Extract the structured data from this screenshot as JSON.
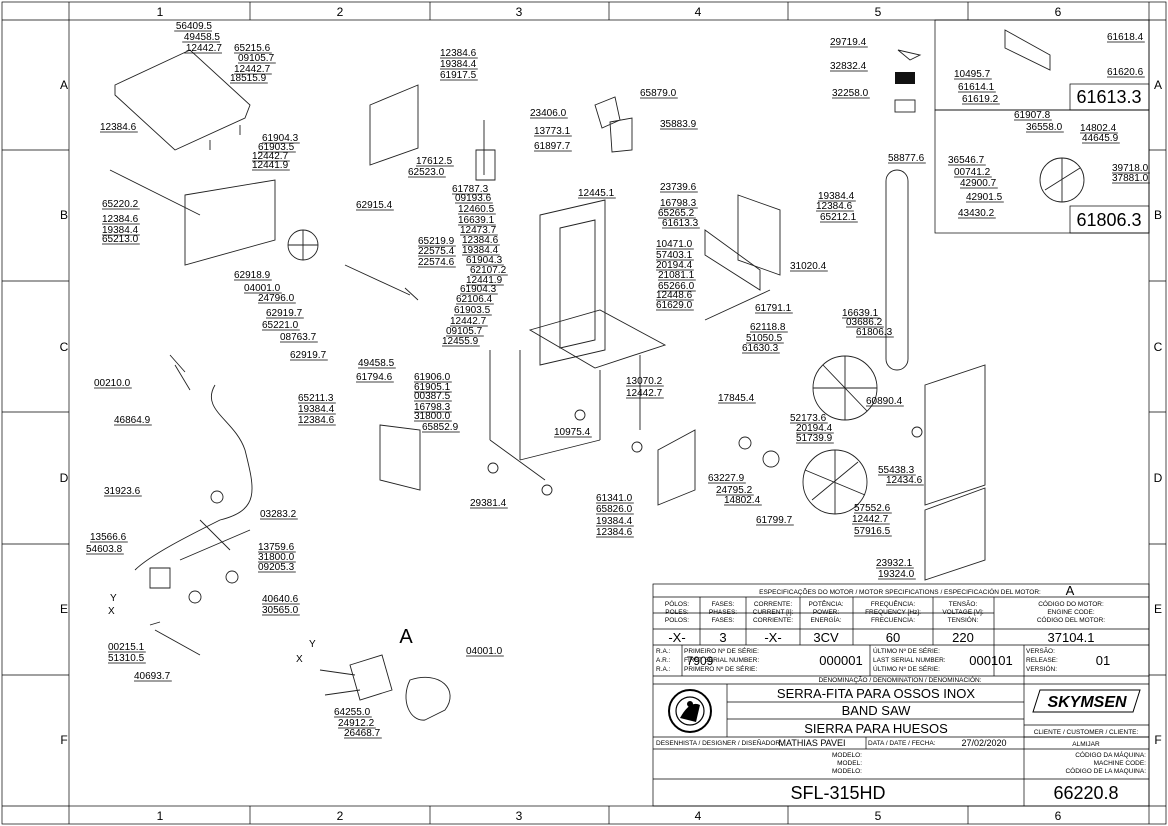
{
  "frame": {
    "columns": [
      "1",
      "2",
      "3",
      "4",
      "5",
      "6"
    ],
    "rows": [
      "A",
      "B",
      "C",
      "D",
      "E",
      "F"
    ]
  },
  "callouts": {
    "top_left": [
      "56409.5",
      "49458.5",
      "12442.7",
      "65215.6",
      "09105.7",
      "12442.7",
      "18515.9",
      "12384.6",
      "61904.3",
      "61903.5",
      "12442.7",
      "12441.9"
    ],
    "left_panel": [
      "65220.2",
      "12384.6",
      "19384.4",
      "65213.0",
      "62915.4",
      "62918.9",
      "04001.0",
      "24796.0",
      "62919.7",
      "65221.0",
      "08763.7",
      "62919.7"
    ],
    "shaft": [
      "65219.9",
      "22575.4",
      "22574.6"
    ],
    "upper_center": [
      "12384.6",
      "19384.4",
      "61917.5",
      "23406.0",
      "13773.1",
      "61897.7",
      "17612.5",
      "62523.0",
      "65879.0",
      "35883.9"
    ],
    "center_column": [
      "61787.3",
      "09193.6",
      "12460.5",
      "16639.1",
      "12473.7",
      "12384.6",
      "19384.4",
      "61904.3",
      "62107.2",
      "12441.9",
      "61904.3",
      "62106.4",
      "61903.5",
      "12442.7",
      "09105.7",
      "12455.9",
      "49458.5",
      "61794.6",
      "61906.0",
      "61905.1",
      "00387.5",
      "16798.3",
      "31800.0",
      "65852.9",
      "10975.4",
      "29381.4"
    ],
    "blade_guide": [
      "12445.1",
      "23739.6",
      "16798.3",
      "65265.2",
      "61613.3",
      "10471.0",
      "57403.1",
      "20194.4",
      "21081.1",
      "65266.0",
      "12448.6",
      "61629.0",
      "31020.4",
      "61791.1"
    ],
    "right_upper": [
      "19384.4",
      "12384.6",
      "65212.1",
      "62118.8",
      "51050.5",
      "61630.3",
      "13070.2",
      "12442.7"
    ],
    "blade": [
      "58877.6"
    ],
    "detail_top": [
      "29719.4",
      "32832.4",
      "32258.0"
    ],
    "detail_61613": [
      "10495.7",
      "61614.1",
      "61619.2",
      "61618.4",
      "61620.6"
    ],
    "detail_61806": [
      "61907.8",
      "36558.0",
      "14802.4",
      "44645.9",
      "36546.7",
      "00741.2",
      "42900.7",
      "42901.5",
      "43430.2",
      "39718.0",
      "37881.0"
    ],
    "lower_wheel": [
      "16639.1",
      "03686.2",
      "61806.3",
      "60890.4",
      "17845.4",
      "52173.6",
      "20194.4",
      "51739.9",
      "55438.3",
      "12434.6",
      "63227.9",
      "24795.2",
      "14802.4",
      "61799.7"
    ],
    "lower_right": [
      "57552.6",
      "12442.7",
      "57916.5",
      "23932.1",
      "19324.0"
    ],
    "cover_right": [
      "61341.0",
      "65826.0",
      "19384.4",
      "12384.6"
    ],
    "left_cover": [
      "65211.3",
      "19384.4",
      "12384.6"
    ],
    "electrical": [
      "00210.0",
      "46864.9",
      "31923.6",
      "03283.2",
      "13566.6",
      "54603.8",
      "13759.6",
      "31800.0",
      "09205.3",
      "40640.6",
      "30565.0",
      "00215.1",
      "51310.5",
      "40693.7"
    ],
    "motor": [
      "A",
      "04001.0",
      "64255.0",
      "24912.2",
      "26468.7"
    ],
    "motor_wires": [
      "Y",
      "X",
      "Y",
      "X"
    ],
    "detail_boxes": [
      "61613.3",
      "61806.3"
    ]
  },
  "title_block": {
    "motor_header": "ESPECIFICAÇÕES DO MOTOR / MOTOR SPECIFICATIONS / ESPECIFICACIÓN DEL MOTOR:",
    "motor_letter": "A",
    "motor_cols": [
      [
        "PÓLOS:",
        "POLES:",
        "POLOS:"
      ],
      [
        "FASES:",
        "PHASES:",
        "FASES:"
      ],
      [
        "CORRENTE:",
        "CURRENT [I]:",
        "CORRIENTE:"
      ],
      [
        "POTÊNCIA:",
        "POWER:",
        "ENERGÍA:"
      ],
      [
        "FREQUÊNCIA:",
        "FREQUENCY [Hz]:",
        "FRECUENCIA:"
      ],
      [
        "TENSÃO:",
        "VOLTAGE [V]:",
        "TENSIÓN:"
      ],
      [
        "CÓDIGO DO MOTOR:",
        "ENGINE CODE:",
        "CÓDIGO DEL MOTOR:"
      ]
    ],
    "motor_values": [
      "-X-",
      "3",
      "-X-",
      "3CV",
      "60",
      "220",
      "37104.1"
    ],
    "ra_labels": [
      "R.A.:",
      "A.R.:",
      "R.A.:"
    ],
    "ra_value": "7909",
    "first_serial_labels": [
      "PRIMEIRO Nº DE SÉRIE:",
      "FIRST SERIAL NUMBER:",
      "PRIMERO Nº DE SÉRIE:"
    ],
    "first_serial": "000001",
    "last_serial_labels": [
      "ÚLTIMO Nº DE SÉRIE:",
      "LAST SERIAL NUMBER:",
      "ÚLTIMO Nº DE SÉRIE:"
    ],
    "last_serial": "000101",
    "version_labels": [
      "VERSÃO:",
      "RELEASE:",
      "VERSIÓN:"
    ],
    "version": "01",
    "denomination_label": "DENOMINAÇÃO / DENOMINATION / DENOMINACIÓN:",
    "names": [
      "SERRA-FITA PARA OSSOS INOX",
      "BAND SAW",
      "SIERRA PARA HUESOS"
    ],
    "designer_label": "DESENHISTA / DESIGNER / DISEÑADOR:",
    "designer": "MATHIAS PAVEI",
    "date_label": "DATA / DATE / FECHA:",
    "date": "27/02/2020",
    "client_label": "CLIENTE / CUSTOMER / CLIENTE:",
    "client": "ALMIJAR",
    "model_labels": [
      "MODELO:",
      "MODEL:",
      "MODELO:"
    ],
    "model": "SFL-315HD",
    "machine_code_labels": [
      "CÓDIGO DA MÁQUINA:",
      "MACHINE CODE:",
      "CÓDIGO DE LA MAQUINA:"
    ],
    "machine_code": "66220.8",
    "brand": "SKYMSEN"
  }
}
